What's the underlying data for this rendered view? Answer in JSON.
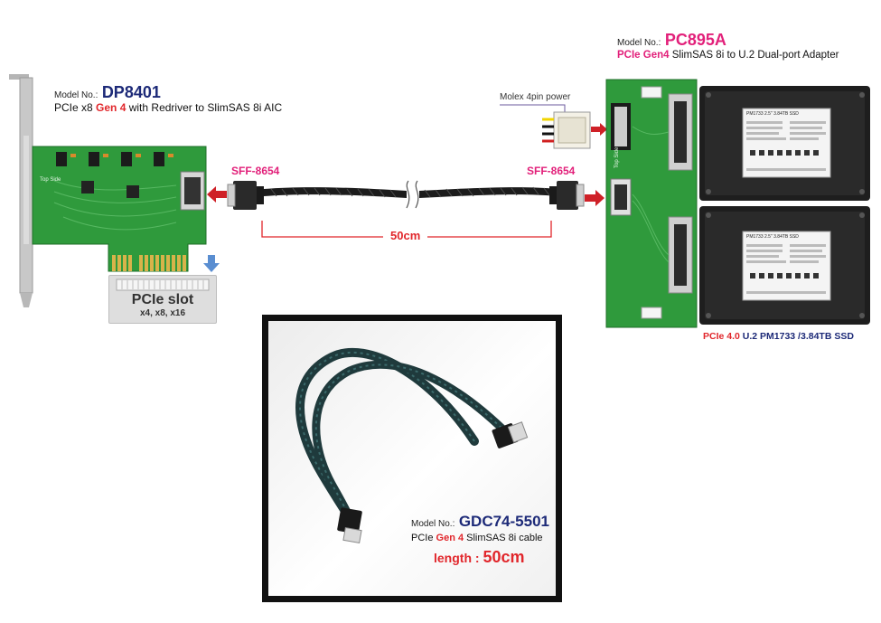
{
  "dp8401": {
    "model_prefix": "Model No.:",
    "model": "DP8401",
    "desc_a": "PCIe x8 ",
    "desc_gen": "Gen 4",
    "desc_b": " with Redriver to SlimSAS 8i AIC"
  },
  "pcie_slot": {
    "title": "PCIe slot",
    "widths": "x4, x8, x16"
  },
  "cable_diagram": {
    "left_connector": "SFF-8654",
    "right_connector": "SFF-8654",
    "length": "50cm"
  },
  "pc895a": {
    "model_prefix": "Model No.:",
    "model": "PC895A",
    "desc_gen": "PCIe Gen4",
    "desc_b": " SlimSAS 8i to U.2 Dual-port Adapter",
    "molex_label": "Molex 4pin power"
  },
  "ssd": {
    "gen": "PCIe 4.0",
    "desc": " U.2 PM1733 /3.84TB SSD",
    "label_model": "PM1733 2.5\" 3.84TB SSD"
  },
  "gdc": {
    "model_prefix": "Model No.:",
    "model": "GDC74-5501",
    "desc_a": "PCIe ",
    "desc_gen": "Gen 4",
    "desc_b": " SlimSAS 8i cable",
    "length_prefix": "length : ",
    "length_value": "50cm"
  },
  "colors": {
    "pcb_green": "#2f9a3c",
    "accent_pink": "#e2207a",
    "accent_red": "#e1262b",
    "model_blue": "#1d2a78"
  },
  "icons": [
    "arrow-left-icon",
    "arrow-right-icon",
    "arrow-down-icon"
  ]
}
